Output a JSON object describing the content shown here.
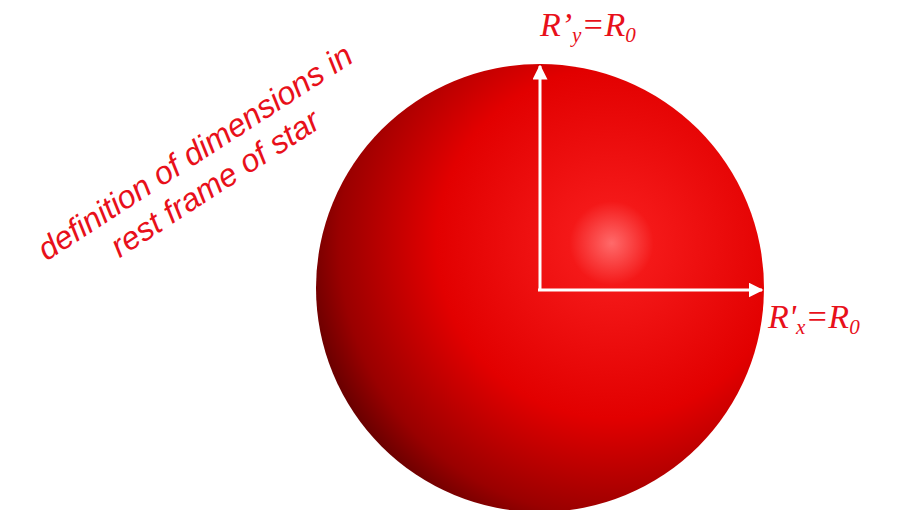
{
  "diagram": {
    "labels": [
      "R’y=R0",
      "R'x=R0",
      "definition of dimensions in rest frame of star"
    ]
  }
}
